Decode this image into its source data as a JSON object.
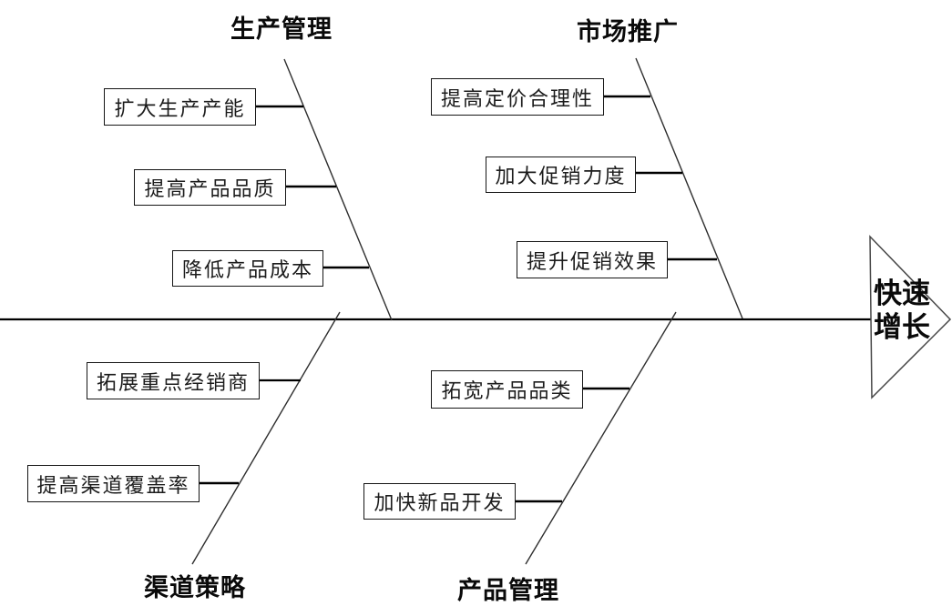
{
  "diagram": {
    "type": "fishbone",
    "effect": {
      "lines": [
        "快速",
        "增长"
      ]
    },
    "branches": [
      {
        "label": "生产管理",
        "position": "top-left",
        "causes": [
          "扩大生产产能",
          "提高产品品质",
          "降低产品成本"
        ]
      },
      {
        "label": "市场推广",
        "position": "top-right",
        "causes": [
          "提高定价合理性",
          "加大促销力度",
          "提升促销效果"
        ]
      },
      {
        "label": "渠道策略",
        "position": "bottom-left",
        "causes": [
          "拓展重点经销商",
          "提高渠道覆盖率"
        ]
      },
      {
        "label": "产品管理",
        "position": "bottom-right",
        "causes": [
          "拓宽产品品类",
          "加快新品开发"
        ]
      }
    ],
    "colors": {
      "background": "#ffffff",
      "spine": "#000000",
      "branch_line": "#2e2e2e",
      "connector": "#000000",
      "box_border": "#151515",
      "text": "#0a0a0a"
    }
  }
}
